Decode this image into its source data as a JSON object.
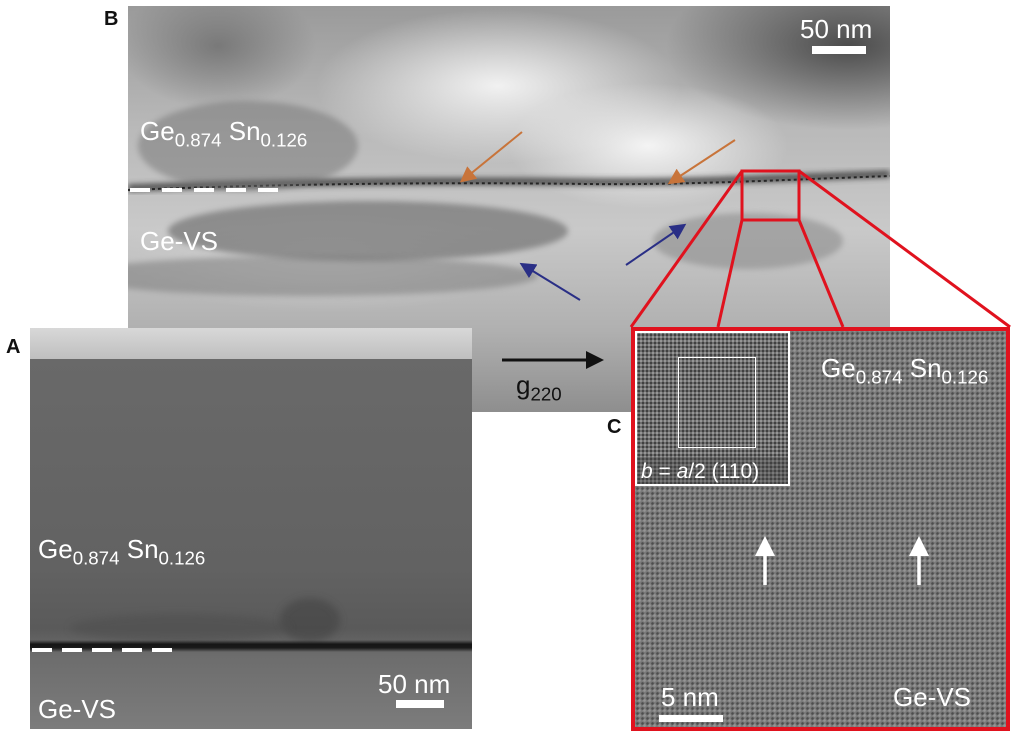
{
  "panels": {
    "b": {
      "letter": "B",
      "scale_label": "50 nm",
      "alloy": {
        "base": "Ge",
        "sub1": "0.874",
        "mid": " Sn",
        "sub2": "0.126"
      },
      "substrate": "Ge-VS",
      "vector": {
        "base": "g",
        "sub": "220"
      }
    },
    "a": {
      "letter": "A",
      "scale_label": "50 nm",
      "alloy": {
        "base": "Ge",
        "sub1": "0.874",
        "mid": " Sn",
        "sub2": "0.126"
      },
      "substrate": "Ge-VS"
    },
    "c": {
      "letter": "C",
      "scale_label": "5 nm",
      "alloy": {
        "base": "Ge",
        "sub1": "0.874",
        "mid": " Sn",
        "sub2": "0.126"
      },
      "substrate": "Ge-VS",
      "burgers": {
        "b": "b",
        "eq": " = ",
        "a": "a",
        "rest": "/2 (110)"
      }
    }
  },
  "colors": {
    "highlight_box": "#e0121e",
    "orange_arrow": "#c8743a",
    "blue_arrow": "#2a2f86",
    "vector_arrow": "#111111",
    "interface_arrow": "#ffffff"
  },
  "icons": [
    "orange-arrow-icon",
    "blue-arrow-icon",
    "vector-arrow-icon",
    "up-arrow-icon"
  ]
}
